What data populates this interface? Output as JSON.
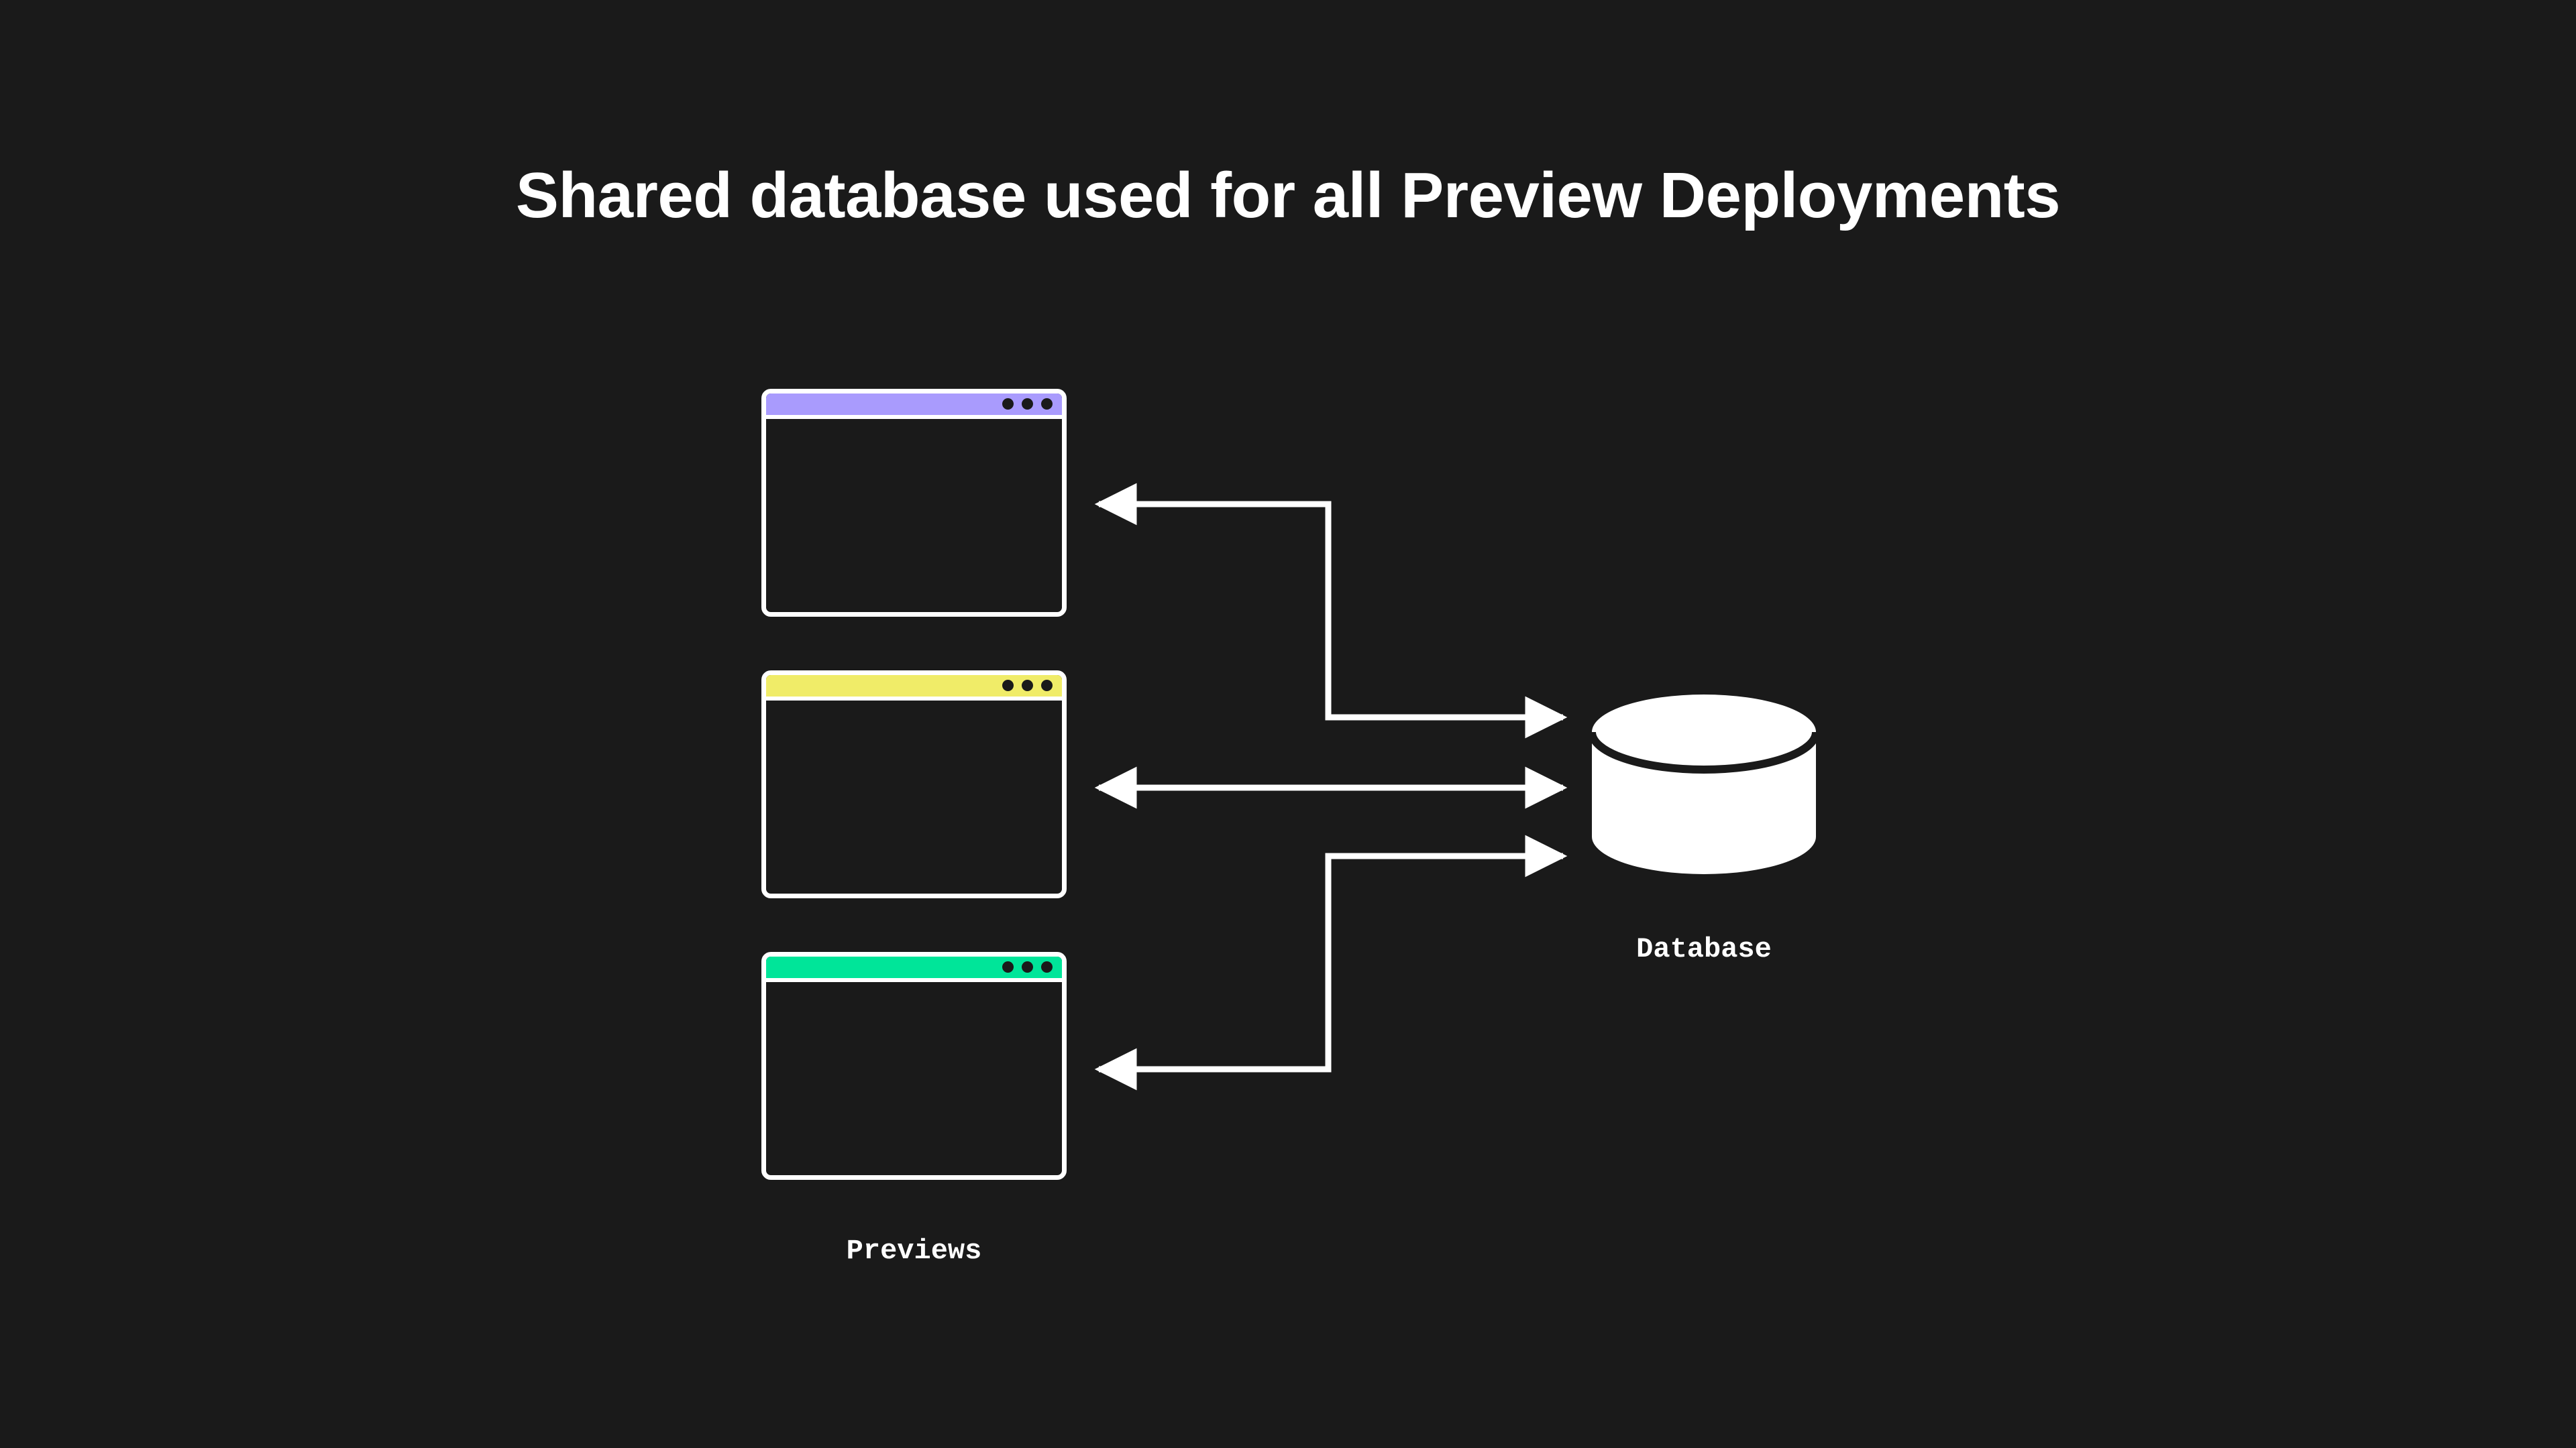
{
  "page": {
    "background_color": "#1a1a1a",
    "title": "Shared database used for all Preview Deployments",
    "title_color": "#ffffff"
  },
  "diagram": {
    "type": "architecture-flow",
    "stroke_color": "#ffffff",
    "previews_label": "Previews",
    "database_label": "Database",
    "database_fill": "#ffffff",
    "windows": [
      {
        "name": "preview-window-purple",
        "accent_color": "#a99bfd",
        "dots": 3,
        "arrow_direction": "from-database",
        "arrow_description": "Database writes back to purple preview"
      },
      {
        "name": "preview-window-yellow",
        "accent_color": "#f0ec68",
        "dots": 3,
        "arrow_direction": "bidirectional",
        "arrow_description": "Yellow preview reads and writes the shared database"
      },
      {
        "name": "preview-window-green",
        "accent_color": "#00e599",
        "dots": 3,
        "arrow_direction": "from-database",
        "arrow_description": "Database writes back to green preview"
      }
    ],
    "connections": [
      {
        "name": "purple-to-database",
        "from": "preview-window-purple",
        "to": "database",
        "arrowheads": "both-ends-split"
      },
      {
        "name": "yellow-to-database",
        "from": "preview-window-yellow",
        "to": "database",
        "arrowheads": "both"
      },
      {
        "name": "green-to-database",
        "from": "preview-window-green",
        "to": "database",
        "arrowheads": "both-ends-split"
      }
    ]
  }
}
